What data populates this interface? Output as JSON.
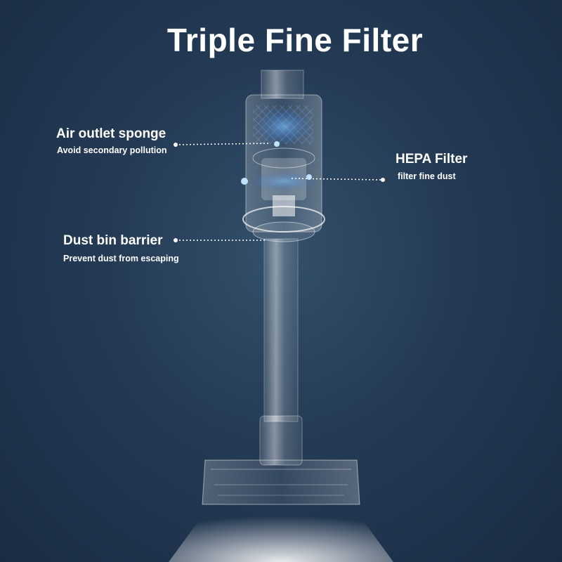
{
  "title": "Triple Fine Filter",
  "callouts": {
    "air_outlet": {
      "label": "Air outlet sponge",
      "description": "Avoid secondary pollution"
    },
    "hepa": {
      "label": "HEPA Filter",
      "description": "filter fine dust"
    },
    "dust_bin": {
      "label": "Dust bin barrier",
      "description": "Prevent dust from escaping"
    }
  },
  "colors": {
    "background": "#243a54",
    "text": "#ffffff",
    "accent_glow": "#4aa0ff"
  }
}
